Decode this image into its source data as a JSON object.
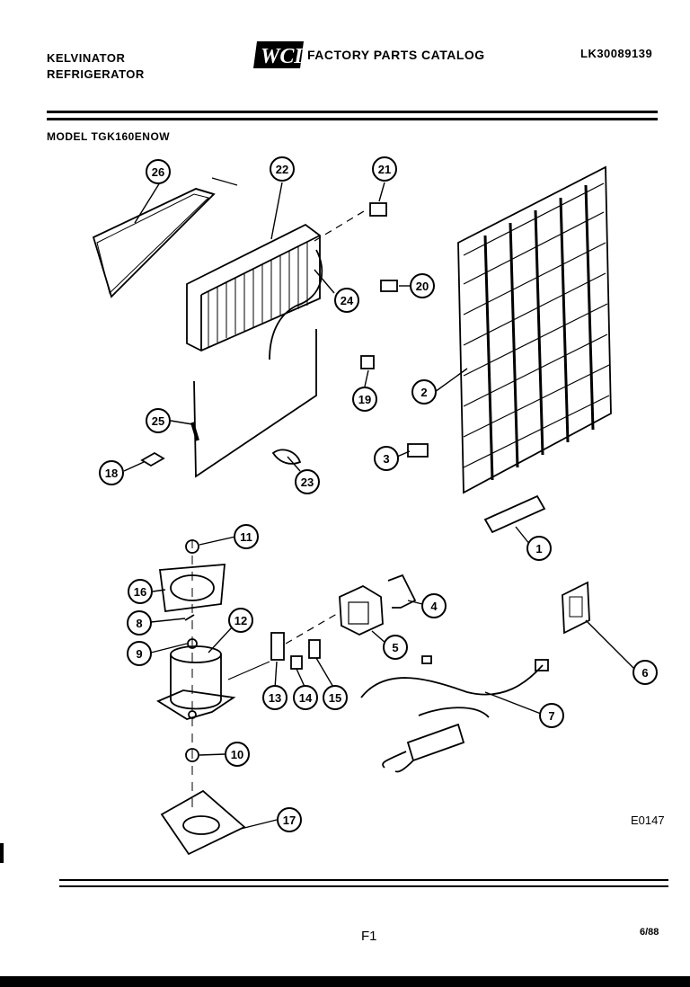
{
  "header": {
    "brand_line1": "KELVINATOR",
    "brand_line2": "REFRIGERATOR",
    "logo_text": "WCI",
    "catalog_title": "FACTORY PARTS CATALOG",
    "catalog_number": "LK30089139"
  },
  "model_line": "MODEL  TGK160ENOW",
  "diagram": {
    "code": "E0147",
    "callouts": [
      "26",
      "22",
      "21",
      "24",
      "20",
      "2",
      "19",
      "25",
      "18",
      "23",
      "3",
      "1",
      "11",
      "16",
      "8",
      "12",
      "9",
      "4",
      "5",
      "6",
      "13",
      "14",
      "15",
      "7",
      "10",
      "17"
    ]
  },
  "footer": {
    "page_code": "F1",
    "date": "6/88"
  }
}
